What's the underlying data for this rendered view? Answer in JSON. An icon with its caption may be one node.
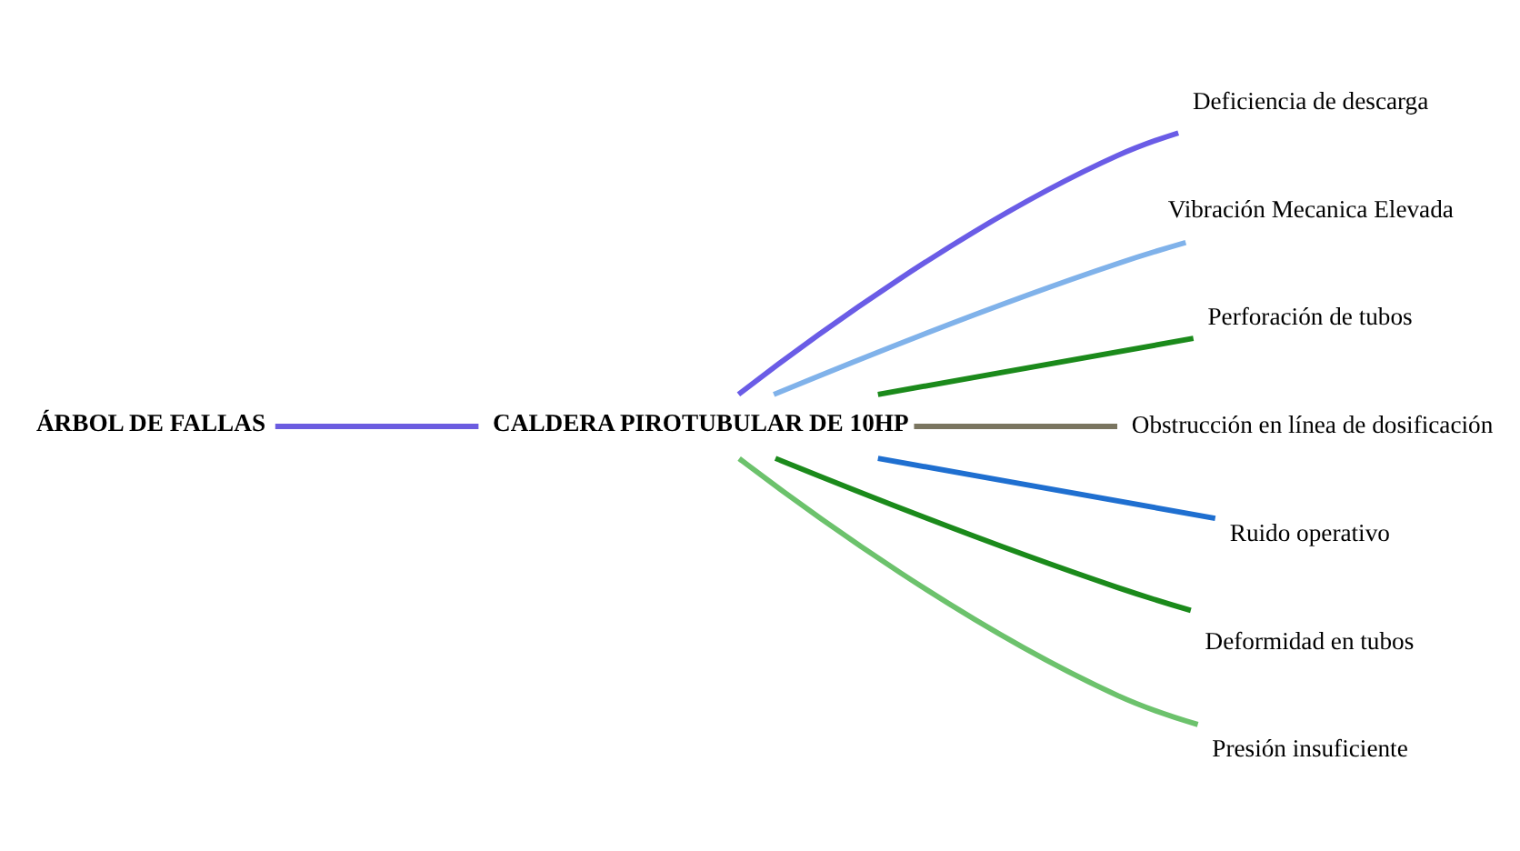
{
  "diagram": {
    "nodes": [
      {
        "text": [
          "ÁRBOL DE FALLAS"
        ]
      },
      {
        "text": [
          "CALDERA PIROTUBULAR DE 10HP"
        ]
      },
      {
        "text": [
          "Deficiencia de descarga"
        ]
      },
      {
        "text": [
          "Vibración Mecanica Elevada"
        ]
      },
      {
        "text": [
          "Perforación de tubos"
        ]
      },
      {
        "text": [
          "Obstrucción en línea de dosificación"
        ]
      },
      {
        "text": [
          "Ruido operativo"
        ]
      },
      {
        "text": [
          "Deformidad en tubos"
        ]
      },
      {
        "text": [
          "Presión insuficiente"
        ]
      }
    ],
    "edges": [
      {
        "from": 0,
        "to": 1,
        "arrow": "none",
        "color": "#6b5ce0"
      },
      {
        "from": 1,
        "to": 2,
        "arrow": "none",
        "color": "#6a5ce6"
      },
      {
        "from": 1,
        "to": 3,
        "arrow": "none",
        "color": "#80b2ea"
      },
      {
        "from": 1,
        "to": 4,
        "arrow": "none",
        "color": "#1b8a1b"
      },
      {
        "from": 1,
        "to": 5,
        "arrow": "none",
        "color": "#7a7560"
      },
      {
        "from": 1,
        "to": 6,
        "arrow": "none",
        "color": "#1f6fd0"
      },
      {
        "from": 1,
        "to": 7,
        "arrow": "none",
        "color": "#1b8a1b"
      },
      {
        "from": 1,
        "to": 8,
        "arrow": "none",
        "color": "#6cc26c"
      }
    ]
  }
}
